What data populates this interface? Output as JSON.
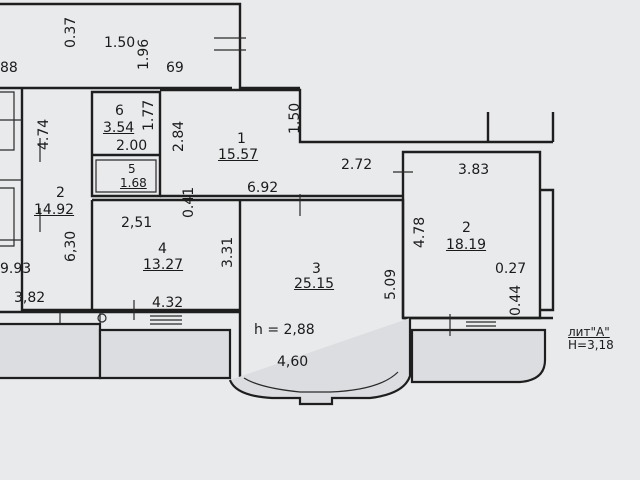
{
  "rooms": {
    "r1": {
      "number": "1",
      "area": "15.57"
    },
    "r2_right": {
      "number": "2",
      "area": "18.19"
    },
    "r2_left": {
      "number": "2",
      "area": "14.92"
    },
    "r3": {
      "number": "3",
      "area": "25.15"
    },
    "r4": {
      "number": "4",
      "area": "13.27"
    },
    "r5": {
      "number": "5",
      "area": "1.68"
    },
    "r6": {
      "number": "6",
      "area": "3.54"
    }
  },
  "dimensions": {
    "d_037": "0.37",
    "d_150_top": "1.50",
    "d_196": "1.96",
    "d_88": "88",
    "d_69": "69",
    "d_474": "4.74",
    "d_177": "1.77",
    "d_284": "2.84",
    "d_150_mid": "1.50",
    "d_200": "2.00",
    "d_272": "2.72",
    "d_383": "3.83",
    "d_692": "6.92",
    "d_041": "0.41",
    "d_251": "2,51",
    "d_630": "6,30",
    "d_478": "4.78",
    "d_331": "3.31",
    "d_509": "5.09",
    "d_027": "0.27",
    "d_044": "0.44",
    "d_93": "9.93",
    "d_382": "3,82",
    "d_432": "4.32",
    "d_460": "4,60"
  },
  "annotations": {
    "ceiling": "h  =  2,88",
    "lit": "лит\"А\"",
    "height": "Н=3,18"
  }
}
